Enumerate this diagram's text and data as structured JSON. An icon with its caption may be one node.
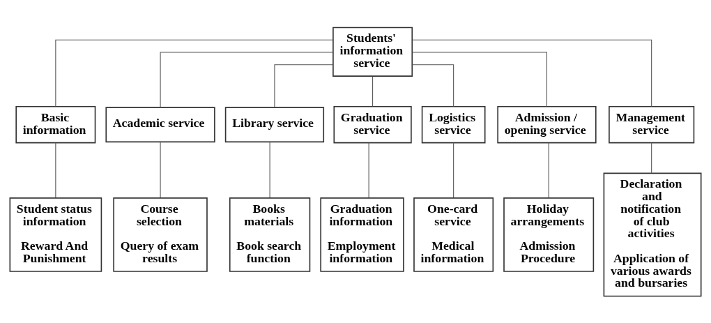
{
  "diagram": {
    "nodes": [
      {
        "text": [
          "Students' information service"
        ]
      },
      {
        "text": [
          "Basic information"
        ]
      },
      {
        "text": [
          "Academic service"
        ]
      },
      {
        "text": [
          "Library service"
        ]
      },
      {
        "text": [
          "Graduation service"
        ]
      },
      {
        "text": [
          "Logistics service"
        ]
      },
      {
        "text": [
          "Admission / opening service"
        ]
      },
      {
        "text": [
          "Management service"
        ]
      },
      {
        "text": [
          "Student status information",
          "Reward And Punishment"
        ]
      },
      {
        "text": [
          "Course selection",
          "Query of exam results"
        ]
      },
      {
        "text": [
          "Books materials",
          "Book search function"
        ]
      },
      {
        "text": [
          "Graduation information",
          "Employment information"
        ]
      },
      {
        "text": [
          "One-card service",
          "Medical information"
        ]
      },
      {
        "text": [
          "Holiday arrangements",
          "Admission Procedure"
        ]
      },
      {
        "text": [
          "Declaration and notification of club activities",
          "Application of various awards and bursaries"
        ]
      }
    ],
    "edges": [
      {
        "from": 0,
        "to": 1,
        "arrow": "none"
      },
      {
        "from": 0,
        "to": 2,
        "arrow": "none"
      },
      {
        "from": 0,
        "to": 3,
        "arrow": "none"
      },
      {
        "from": 0,
        "to": 4,
        "arrow": "none"
      },
      {
        "from": 0,
        "to": 5,
        "arrow": "none"
      },
      {
        "from": 0,
        "to": 6,
        "arrow": "none"
      },
      {
        "from": 0,
        "to": 7,
        "arrow": "none"
      },
      {
        "from": 1,
        "to": 8,
        "arrow": "none"
      },
      {
        "from": 2,
        "to": 9,
        "arrow": "none"
      },
      {
        "from": 3,
        "to": 10,
        "arrow": "none"
      },
      {
        "from": 4,
        "to": 11,
        "arrow": "none"
      },
      {
        "from": 5,
        "to": 12,
        "arrow": "none"
      },
      {
        "from": 6,
        "to": 13,
        "arrow": "none"
      },
      {
        "from": 7,
        "to": 14,
        "arrow": "none"
      }
    ]
  }
}
